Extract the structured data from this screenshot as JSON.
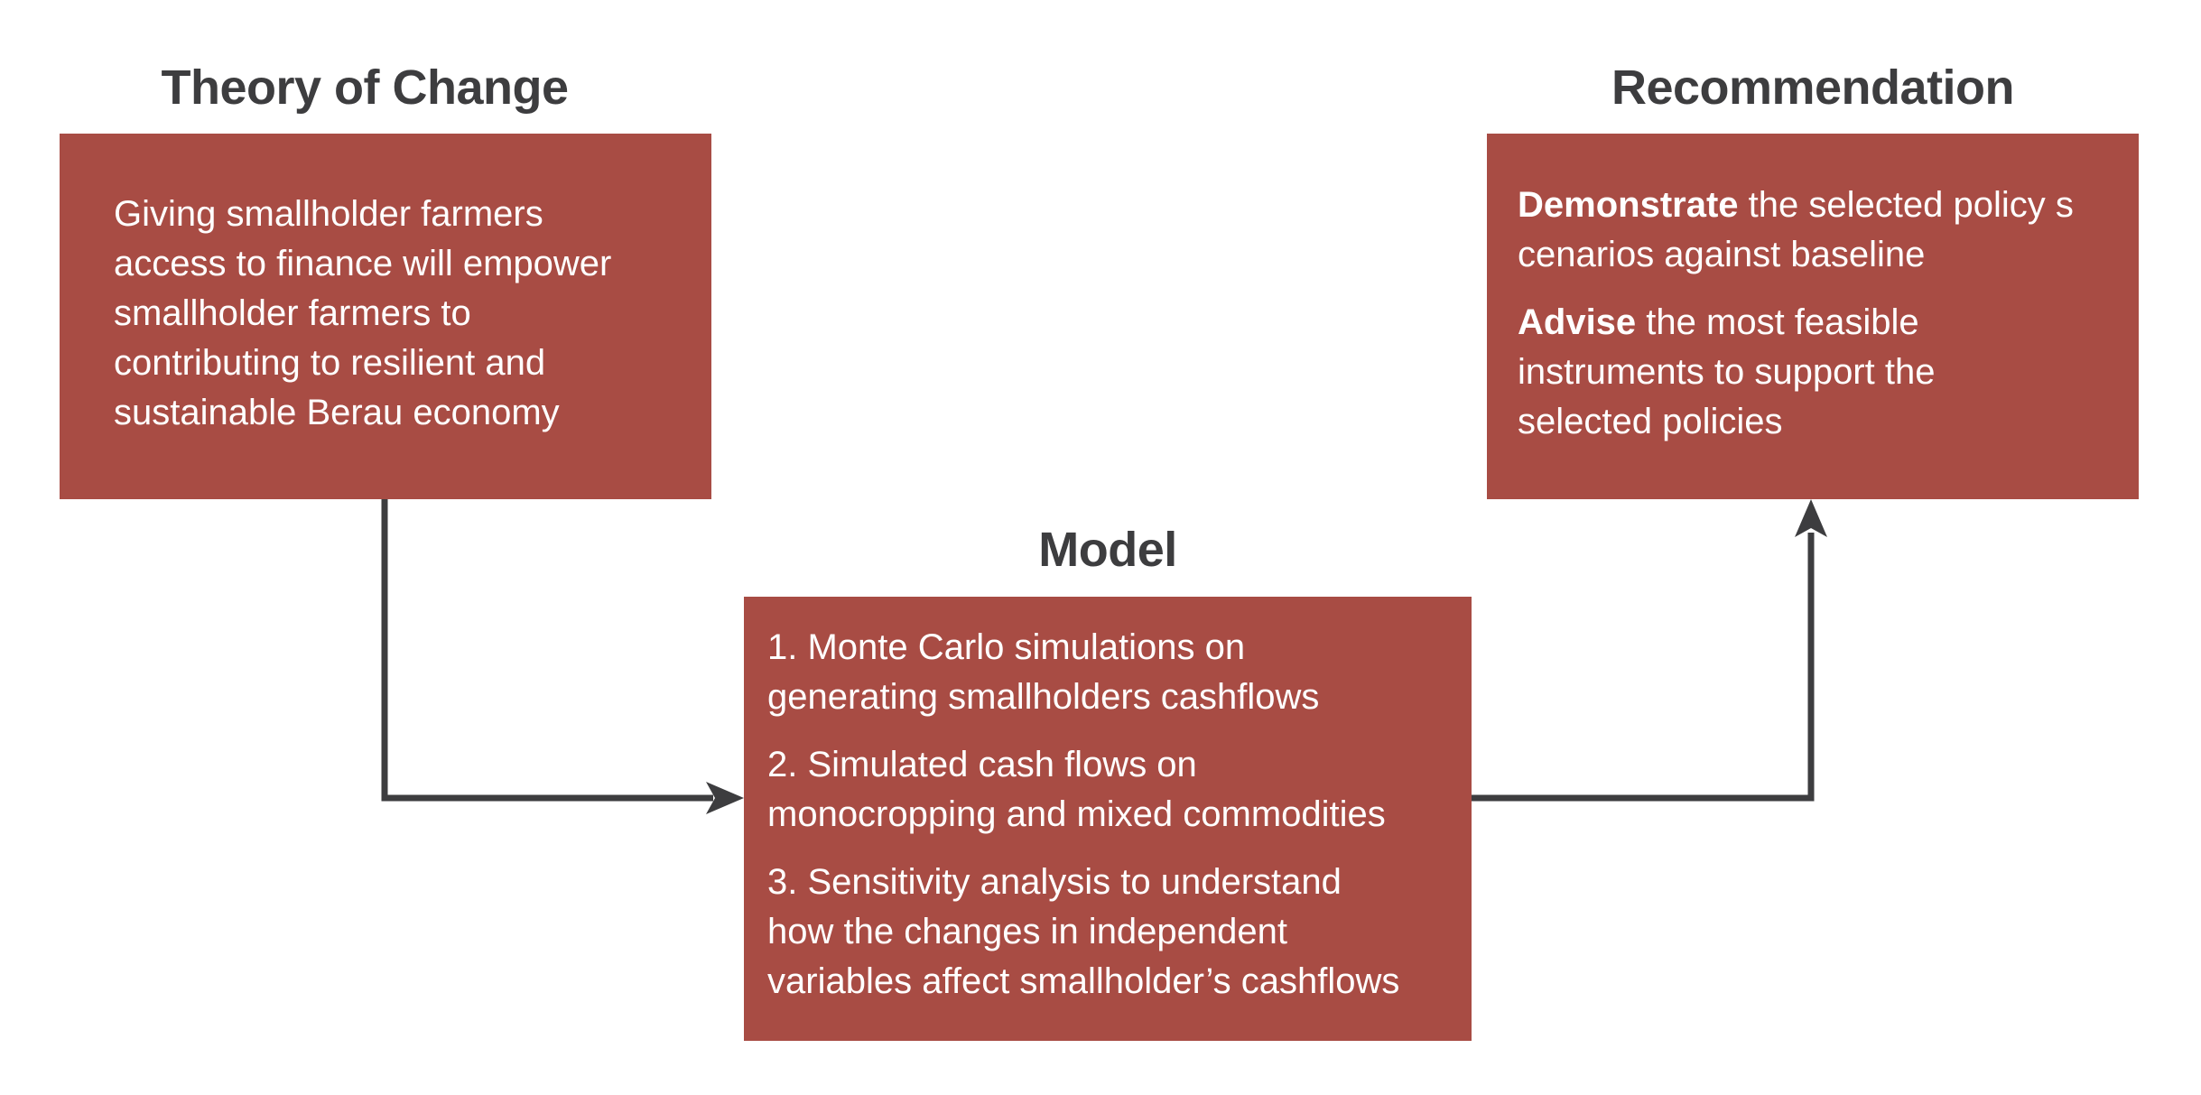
{
  "colors": {
    "box_fill": "#a84c44",
    "box_text": "#ffffff",
    "heading_text": "#3d3d3f",
    "connector": "#3d3d3f"
  },
  "theory_of_change": {
    "heading": "Theory of Change",
    "lines": [
      "Giving smallholder farmers",
      "access to finance will empower",
      "smallholder farmers to",
      "contributing to resilient and",
      "sustainable Berau economy"
    ]
  },
  "recommendation": {
    "heading": "Recommendation",
    "items": [
      {
        "bold": "Demonstrate",
        "rest_line1": " the selected policy s",
        "rest_line2": "cenarios against baseline"
      },
      {
        "bold": "Advise",
        "rest_line1": " the most feasible",
        "rest_line2": "instruments to support the",
        "rest_line3": "selected policies"
      }
    ]
  },
  "model": {
    "heading": "Model",
    "items": [
      {
        "line1": "1. Monte Carlo simulations on",
        "line2": "generating smallholders cashflows"
      },
      {
        "line1": "2. Simulated cash flows on",
        "line2": "monocropping and mixed commodities"
      },
      {
        "line1": "3. Sensitivity analysis to understand",
        "line2": "how the changes in independent",
        "line3": "variables affect smallholder’s cashflows"
      }
    ]
  }
}
